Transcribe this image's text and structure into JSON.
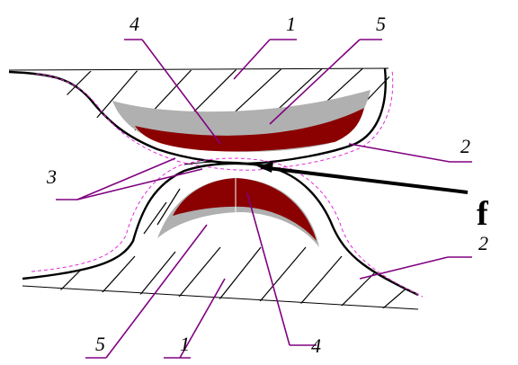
{
  "labels": {
    "top_1": "1",
    "top_4": "4",
    "top_5": "5",
    "right_2_upper": "2",
    "left_3": "3",
    "force_f": "f",
    "right_2_lower": "2",
    "bottom_5": "5",
    "bottom_1": "1",
    "bottom_4": "4"
  },
  "colors": {
    "leader_lines": "#800080",
    "dark_layer": "#8b0000",
    "grey_layer": "#b0b0b0",
    "dashed_contour": "#e22bd8"
  }
}
